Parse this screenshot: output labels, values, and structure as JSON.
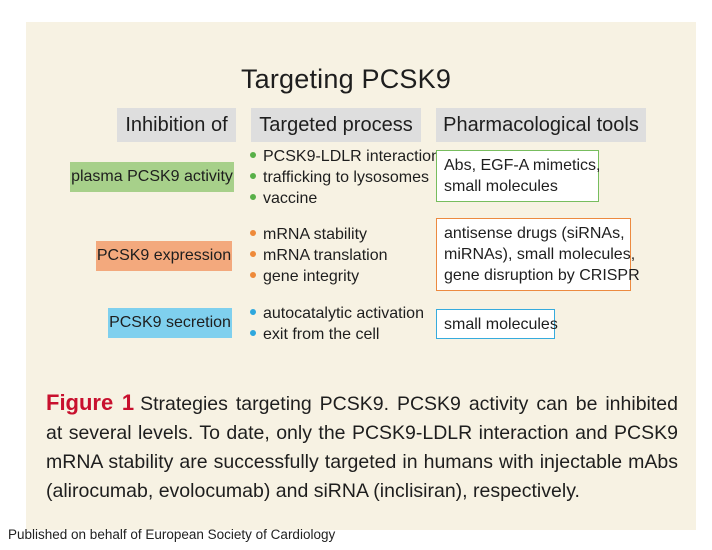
{
  "title": "Targeting PCSK9",
  "headers": {
    "inhibition": "Inhibition of",
    "process": "Targeted process",
    "tools": "Pharmacological tools"
  },
  "rows": [
    {
      "target": "plasma PCSK9 activity",
      "color": "#a7d08a",
      "processes": [
        "PCSK9-LDLR interaction",
        "trafficking to lysosomes",
        "vaccine"
      ],
      "tools": [
        "Abs, EGF-A mimetics,",
        "small molecules"
      ]
    },
    {
      "target": "PCSK9 expression",
      "color": "#f3a97d",
      "processes": [
        "mRNA stability",
        "mRNA translation",
        "gene integrity"
      ],
      "tools": [
        "antisense drugs (siRNAs,",
        "miRNAs), small molecules,",
        "gene disruption by CRISPR"
      ]
    },
    {
      "target": "PCSK9 secretion",
      "color": "#7fd0ee",
      "processes": [
        "autocatalytic activation",
        "exit from the cell"
      ],
      "tools": [
        "small molecules"
      ]
    }
  ],
  "caption": {
    "label": "Figure 1",
    "text": "Strategies targeting PCSK9. PCSK9 activity can be inhibited at several levels. To date, only the PCSK9-LDLR interaction and PCSK9 mRNA stability are successfully targeted in humans with injectable mAbs (alirocumab, evolocumab) and siRNA (inclisiran), respectively."
  },
  "footer": "Published on behalf of European Society of Cardiology"
}
